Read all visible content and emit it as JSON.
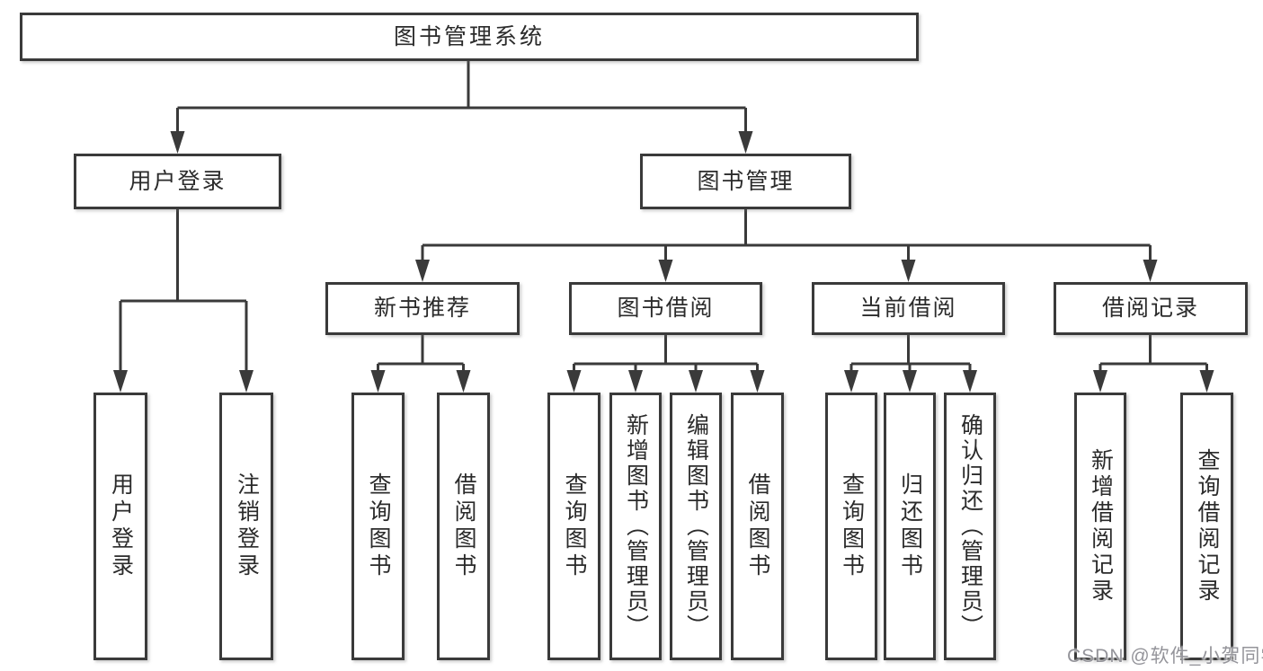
{
  "diagram": {
    "root": "图书管理系统",
    "branches": {
      "user_login": "用户登录",
      "book_mgmt": "图书管理"
    },
    "modules": [
      "新书推荐",
      "图书借阅",
      "当前借阅",
      "借阅记录"
    ],
    "leaves": {
      "user_login": [
        "用户登录",
        "注销登录"
      ],
      "new_books": [
        "查询图书",
        "借阅图书"
      ],
      "book_borrow": [
        "查询图书",
        "新增图书（管理员）",
        "编辑图书（管理员）",
        "借阅图书"
      ],
      "current_borrow": [
        "查询图书",
        "归还图书",
        "确认归还（管理员）"
      ],
      "borrow_records": [
        "新增借阅记录",
        "查询借阅记录"
      ]
    }
  },
  "watermark": "CSDN @软件_小贺同学",
  "colors": {
    "line": "#3a3a3a",
    "box_border": "#3a3a3a",
    "box_fill": "#ffffff",
    "text": "#2b2b2b",
    "watermark": "#94949a",
    "background": "#ffffff"
  }
}
